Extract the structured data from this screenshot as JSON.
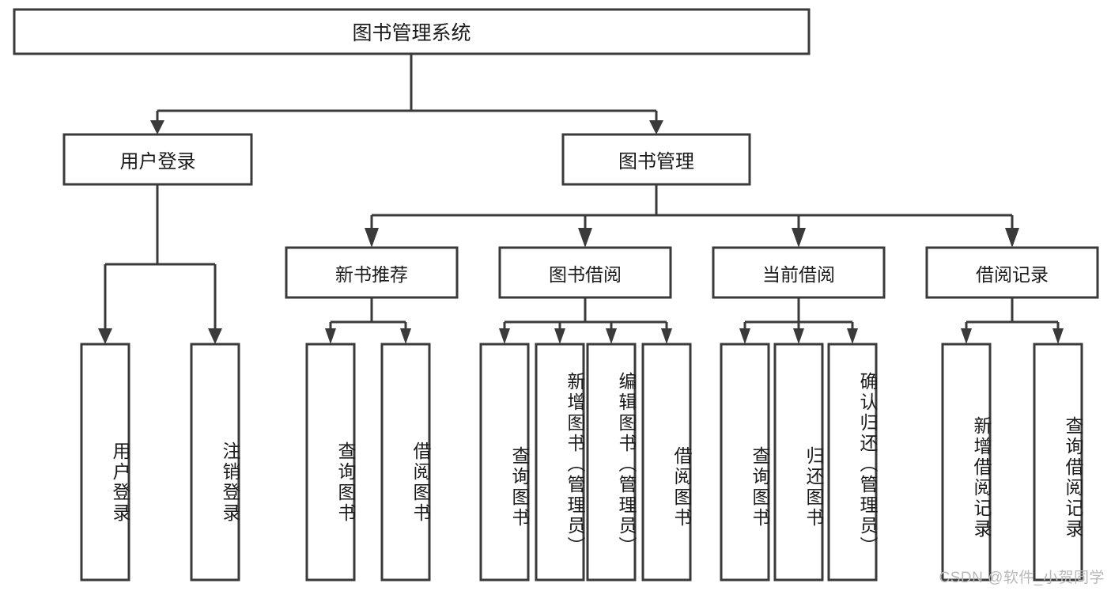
{
  "diagram": {
    "title": "图书管理系统",
    "type": "hierarchy-tree",
    "root": {
      "label": "图书管理系统"
    },
    "level2": [
      {
        "label": "用户登录"
      },
      {
        "label": "图书管理"
      }
    ],
    "level3": [
      {
        "label": "新书推荐"
      },
      {
        "label": "图书借阅"
      },
      {
        "label": "当前借阅"
      },
      {
        "label": "借阅记录"
      }
    ],
    "leaves": {
      "user_login": [
        {
          "label": "用户登录"
        },
        {
          "label": "注销登录"
        }
      ],
      "new_book_recommend": [
        {
          "label": "查询图书"
        },
        {
          "label": "借阅图书"
        }
      ],
      "book_borrow": [
        {
          "label": "查询图书"
        },
        {
          "label": "新增图书（管理员）"
        },
        {
          "label": "编辑图书（管理员）"
        },
        {
          "label": "借阅图书"
        }
      ],
      "current_borrow": [
        {
          "label": "查询图书"
        },
        {
          "label": "归还图书"
        },
        {
          "label": "确认归还（管理员）"
        }
      ],
      "borrow_record": [
        {
          "label": "新增借阅记录"
        },
        {
          "label": "查询借阅记录"
        }
      ]
    }
  },
  "watermark": {
    "text": "CSDN @软件_小贺同学"
  },
  "colors": {
    "stroke": "#3a3a3a",
    "fill": "#ffffff",
    "text": "#1b1b1b",
    "watermark": "#b9b9b9"
  }
}
